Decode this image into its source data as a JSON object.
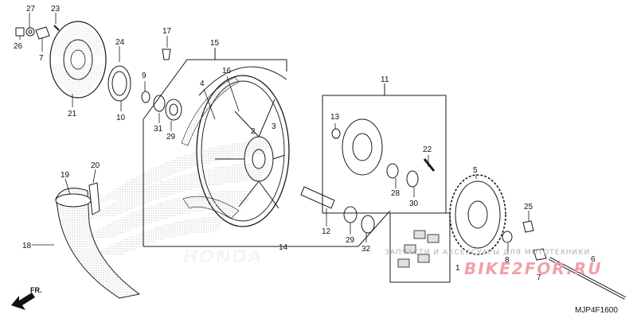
{
  "callouts": [
    "27",
    "23",
    "26",
    "7",
    "24",
    "21",
    "9",
    "10",
    "17",
    "15",
    "16",
    "4",
    "31",
    "29",
    "2",
    "3",
    "11",
    "13",
    "22",
    "19",
    "20",
    "18",
    "14",
    "12",
    "29",
    "32",
    "28",
    "30",
    "5",
    "25",
    "8",
    "1",
    "6",
    "7"
  ],
  "watermark_top": "ЗАПЧАСТИ И АКСЕССУАРЫ ДЛЯ МОТОТЕХНИКИ",
  "watermark_brand": "BIKE2FOR.RU",
  "diagram_code": "MJP4F1600",
  "direction_label": "FR.",
  "brand_text": "HONDA",
  "colors": {
    "line": "#1a1a1a",
    "dots": "#9a9a9a",
    "brand_watermark": "#e86a72",
    "text_watermark": "#b0b0b0"
  }
}
